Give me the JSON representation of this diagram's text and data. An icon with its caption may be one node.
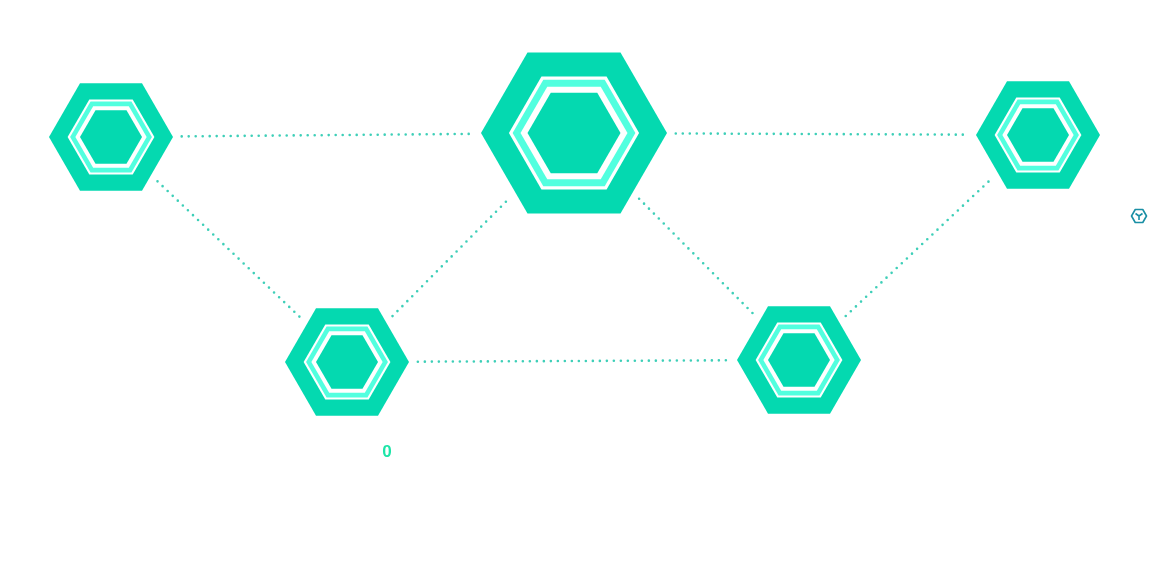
{
  "diagram": {
    "nodes": [
      {
        "text": [],
        "shape": "hexagon"
      },
      {
        "text": [],
        "shape": "hexagon"
      },
      {
        "text": [],
        "shape": "hexagon"
      },
      {
        "text": [],
        "shape": "hexagon"
      },
      {
        "text": [],
        "shape": "hexagon"
      }
    ],
    "edges": [
      {
        "from": 0,
        "to": 2,
        "arrow": "none"
      },
      {
        "from": 2,
        "to": 4,
        "arrow": "none"
      },
      {
        "from": 0,
        "to": 1,
        "arrow": "none"
      },
      {
        "from": 1,
        "to": 2,
        "arrow": "none"
      },
      {
        "from": 2,
        "to": 3,
        "arrow": "none"
      },
      {
        "from": 3,
        "to": 4,
        "arrow": "none"
      },
      {
        "from": 1,
        "to": 3,
        "arrow": "none"
      }
    ],
    "labels": [
      "0"
    ]
  }
}
